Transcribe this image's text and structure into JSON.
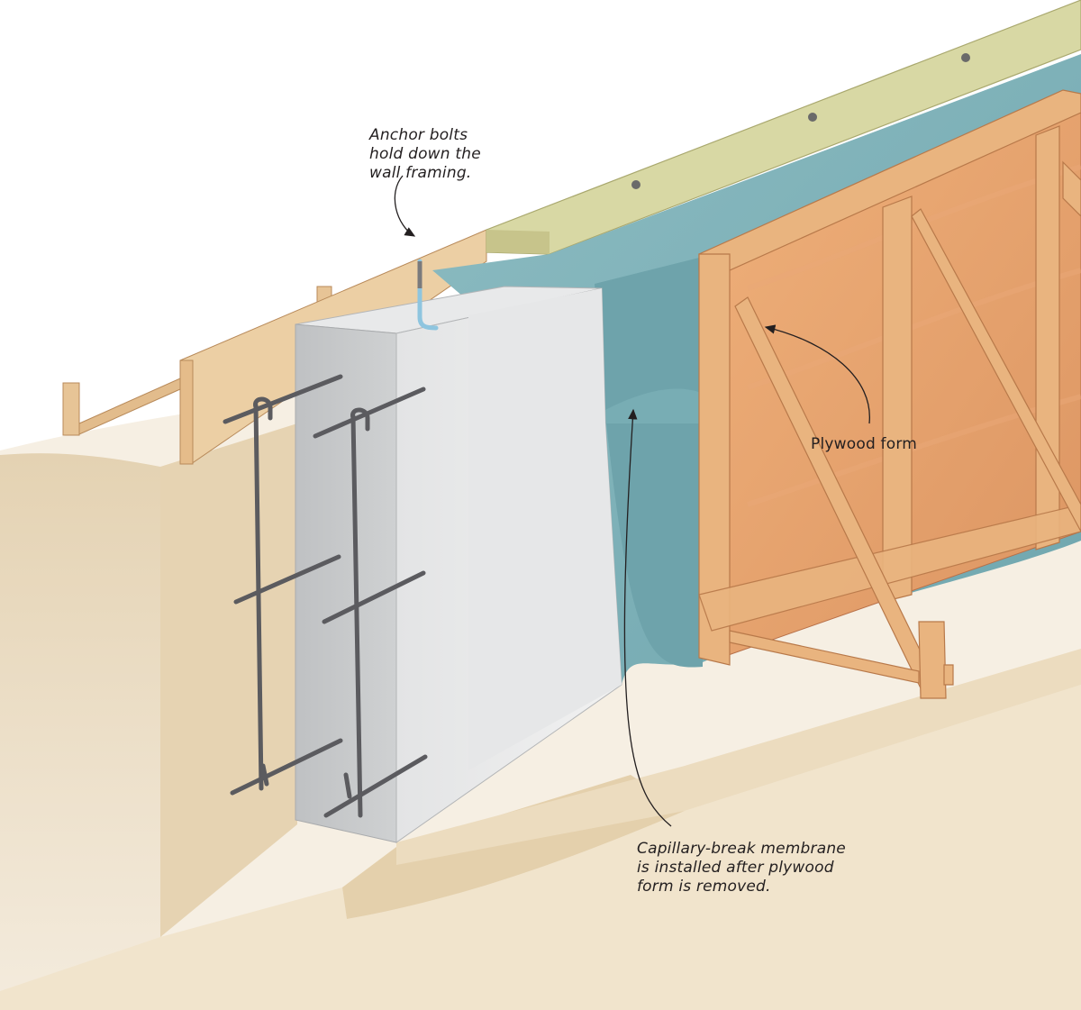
{
  "callouts": {
    "anchor_bolts": [
      "Anchor bolts",
      "hold down the",
      "wall framing."
    ],
    "plywood_form": [
      "Plywood form"
    ],
    "membrane": [
      "Capillary-break membrane",
      "is installed after plywood",
      "form is removed."
    ]
  },
  "colors": {
    "concrete": "#c9cbcc",
    "membrane": "#7fb2b9",
    "plywood": "#e5a070",
    "lumber": "#e7b98a",
    "sill_plate": "#cfd09a",
    "soil": "#eadcc2",
    "rebar": "#5b5b5f",
    "anchor_bolt": "#8ec5df"
  },
  "icons": [
    "anchor-bolt-icon",
    "rebar-icon",
    "leader-arrow-icon"
  ]
}
